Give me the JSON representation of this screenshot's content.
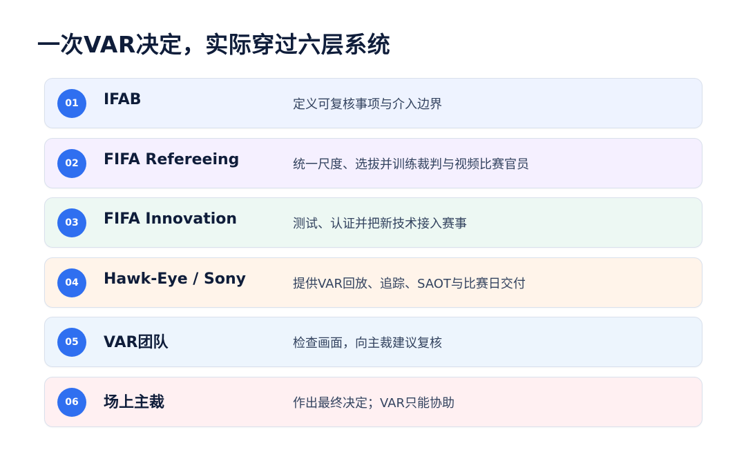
{
  "title": "一次VAR决定，实际穿过六层系统",
  "layers": [
    {
      "num": "01",
      "name": "IFAB",
      "desc": "定义可复核事项与介入边界",
      "bg": "#eef3ff"
    },
    {
      "num": "02",
      "name": "FIFA Refereeing",
      "desc": "统一尺度、选拔并训练裁判与视频比赛官员",
      "bg": "#f5f0ff"
    },
    {
      "num": "03",
      "name": "FIFA Innovation",
      "desc": "测试、认证并把新技术接入赛事",
      "bg": "#edf8f3"
    },
    {
      "num": "04",
      "name": "Hawk-Eye / Sony",
      "desc": "提供VAR回放、追踪、SAOT与比赛日交付",
      "bg": "#fff4ea"
    },
    {
      "num": "05",
      "name": "VAR团队",
      "desc": "检查画面，向主裁建议复核",
      "bg": "#edf5fd"
    },
    {
      "num": "06",
      "name": "场上主裁",
      "desc": "作出最终决定；VAR只能协助",
      "bg": "#fff0f2"
    }
  ],
  "colors": {
    "badge": "#2f6ff0",
    "title": "#0f1d3a",
    "desc": "#33435f"
  }
}
